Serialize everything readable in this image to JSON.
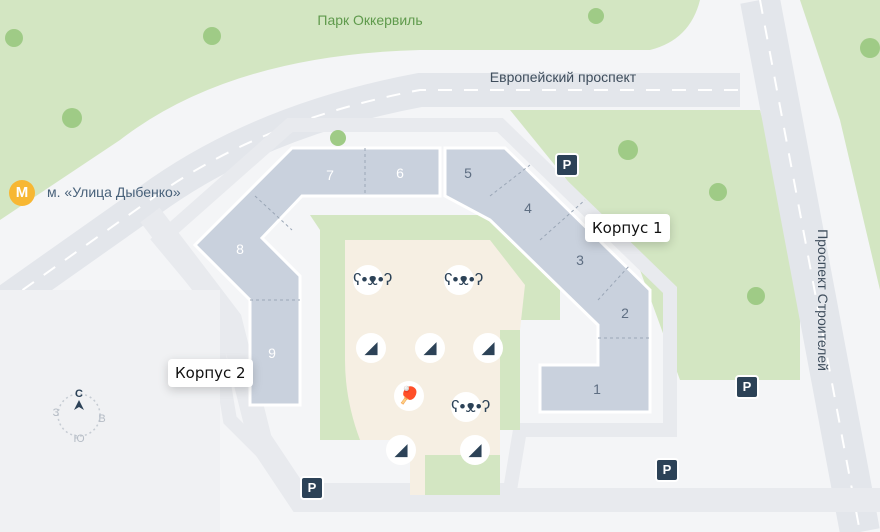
{
  "labels": {
    "park": "Парк Оккервиль",
    "avenue_north": "Европейский проспект",
    "avenue_east": "Проспект Строителей",
    "metro": "м. «Улица Дыбенко»",
    "metro_symbol": "M"
  },
  "buildings": [
    {
      "name": "Корпус 1",
      "sections": [
        "1",
        "2",
        "3",
        "4",
        "5"
      ]
    },
    {
      "name": "Корпус 2",
      "sections": [
        "6",
        "7",
        "8",
        "9"
      ]
    }
  ],
  "parking_label": "P",
  "compass": {
    "north": "С",
    "east": "В",
    "south": "Ю",
    "west": "З"
  },
  "colors": {
    "green": "#d3e6c2",
    "building": "#c9d1dd",
    "courtyard": "#f6efe3",
    "icon": "#2c4257",
    "metro": "#f7b733"
  }
}
